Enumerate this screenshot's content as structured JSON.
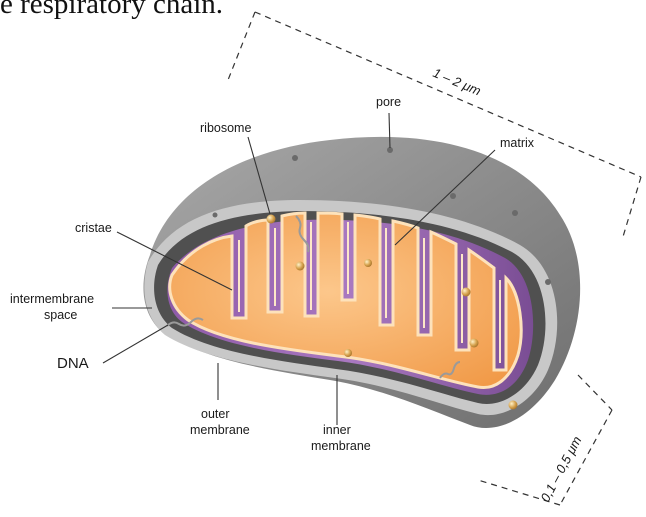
{
  "header_text": "e respiratory chain.",
  "labels": {
    "ribosome": "ribosome",
    "pore": "pore",
    "matrix": "matrix",
    "cristae": "cristae",
    "intermembrane_line1": "intermembrane",
    "intermembrane_line2": "space",
    "dna": "DNA",
    "outer_line1": "outer",
    "outer_line2": "membrane",
    "inner_line1": "inner",
    "inner_line2": "membrane"
  },
  "dimensions": {
    "length": "1 – 2 μm",
    "width": "0,1 – 0,5 μm"
  },
  "colors": {
    "outer_membrane": "#8a8a8a",
    "outer_shell_light": "#b9b9b9",
    "intermembrane": "#d9d9d9",
    "inner_wall": "#7a4e90",
    "matrix": "#f3a75a",
    "matrix_light": "#fbc98a",
    "cristae_edge": "#fde7c8",
    "dark_interior": "#4a4a4a"
  }
}
